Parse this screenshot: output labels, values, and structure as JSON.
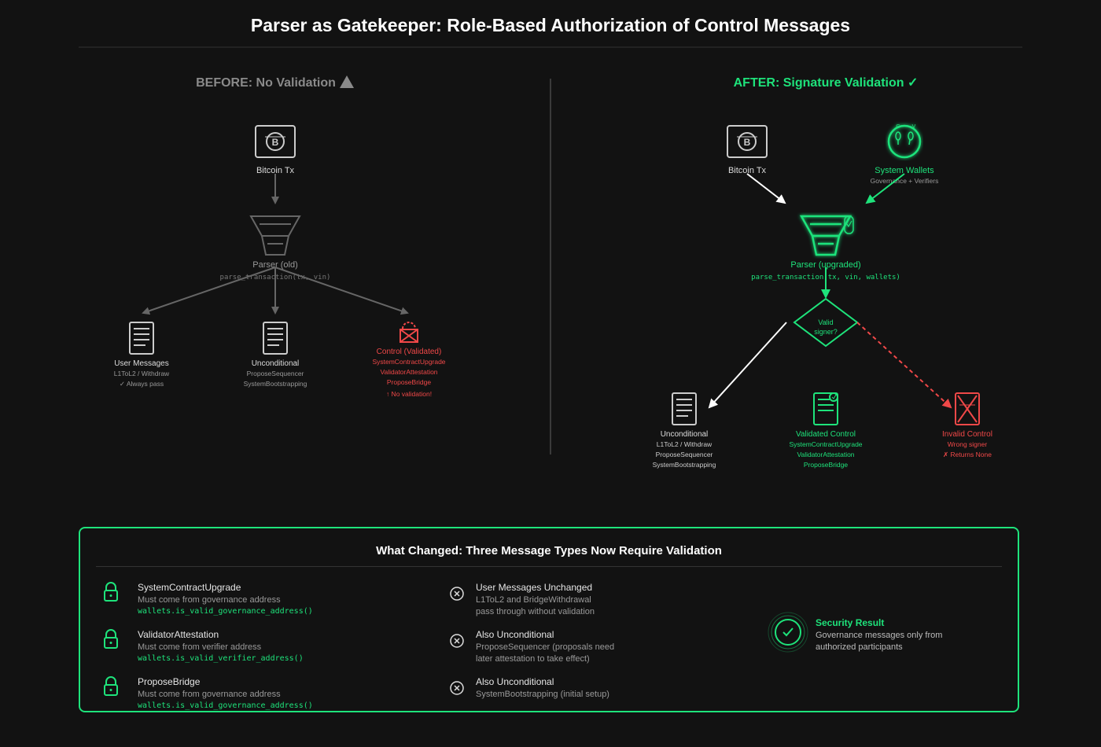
{
  "title": "Parser as Gatekeeper: Role-Based Authorization of Control Messages",
  "colors": {
    "background": "#121212",
    "accent": "#1ee37b",
    "danger": "#f04848",
    "muted": "#666666"
  },
  "before": {
    "heading": "BEFORE: No Validation",
    "heading_icon": "warning-icon",
    "source": {
      "label": "Bitcoin Tx"
    },
    "parser": {
      "label": "Parser (old)",
      "code": "parse_transaction(tx, vin)"
    },
    "outputs": [
      {
        "title": "User Messages",
        "lines": [
          "L1ToL2 / Withdraw",
          "✓ Always pass"
        ]
      },
      {
        "title": "Unconditional",
        "lines": [
          "ProposeSequencer",
          "SystemBootstrapping"
        ]
      },
      {
        "title": "Control (Validated)",
        "lines": [
          "SystemContractUpgrade",
          "ValidatorAttestation",
          "ProposeBridge",
          "↑  No validation!"
        ]
      }
    ]
  },
  "after": {
    "heading": "AFTER: Signature Validation ✓",
    "source": {
      "label": "Bitcoin Tx"
    },
    "wallets": {
      "label": "System Wallets",
      "sub": "Governance + Verifiers",
      "icon_letters": [
        "G",
        "V"
      ]
    },
    "parser": {
      "label": "Parser (upgraded)",
      "code": "parse_transaction(tx, vin, wallets)"
    },
    "decision": {
      "line1": "Valid",
      "line2": "signer?"
    },
    "outputs": [
      {
        "title": "Unconditional",
        "lines": [
          "L1ToL2 / Withdraw",
          "ProposeSequencer",
          "SystemBootstrapping"
        ]
      },
      {
        "title": "Validated Control",
        "lines": [
          "SystemContractUpgrade",
          "ValidatorAttestation",
          "ProposeBridge"
        ]
      },
      {
        "title": "Invalid Control",
        "lines": [
          "Wrong signer",
          "✗ Returns None"
        ]
      }
    ]
  },
  "summary": {
    "title": "What Changed: Three Message Types Now Require Validation",
    "validated": [
      {
        "title": "SystemContractUpgrade",
        "desc": "Must come from governance address",
        "code": "wallets.is_valid_governance_address()"
      },
      {
        "title": "ValidatorAttestation",
        "desc": "Must come from verifier address",
        "code": "wallets.is_valid_verifier_address()"
      },
      {
        "title": "ProposeBridge",
        "desc": "Must come from governance address",
        "code": "wallets.is_valid_governance_address()"
      }
    ],
    "unchanged": [
      {
        "title": "User Messages Unchanged",
        "desc": "L1ToL2 and BridgeWithdrawal pass through without validation"
      },
      {
        "title": "Also Unconditional",
        "desc": "ProposeSequencer (proposals need later attestation to take effect)"
      },
      {
        "title": "Also Unconditional",
        "desc": "SystemBootstrapping (initial setup)"
      }
    ],
    "result": {
      "title": "Security Result",
      "desc": "Governance messages only from authorized participants"
    }
  }
}
